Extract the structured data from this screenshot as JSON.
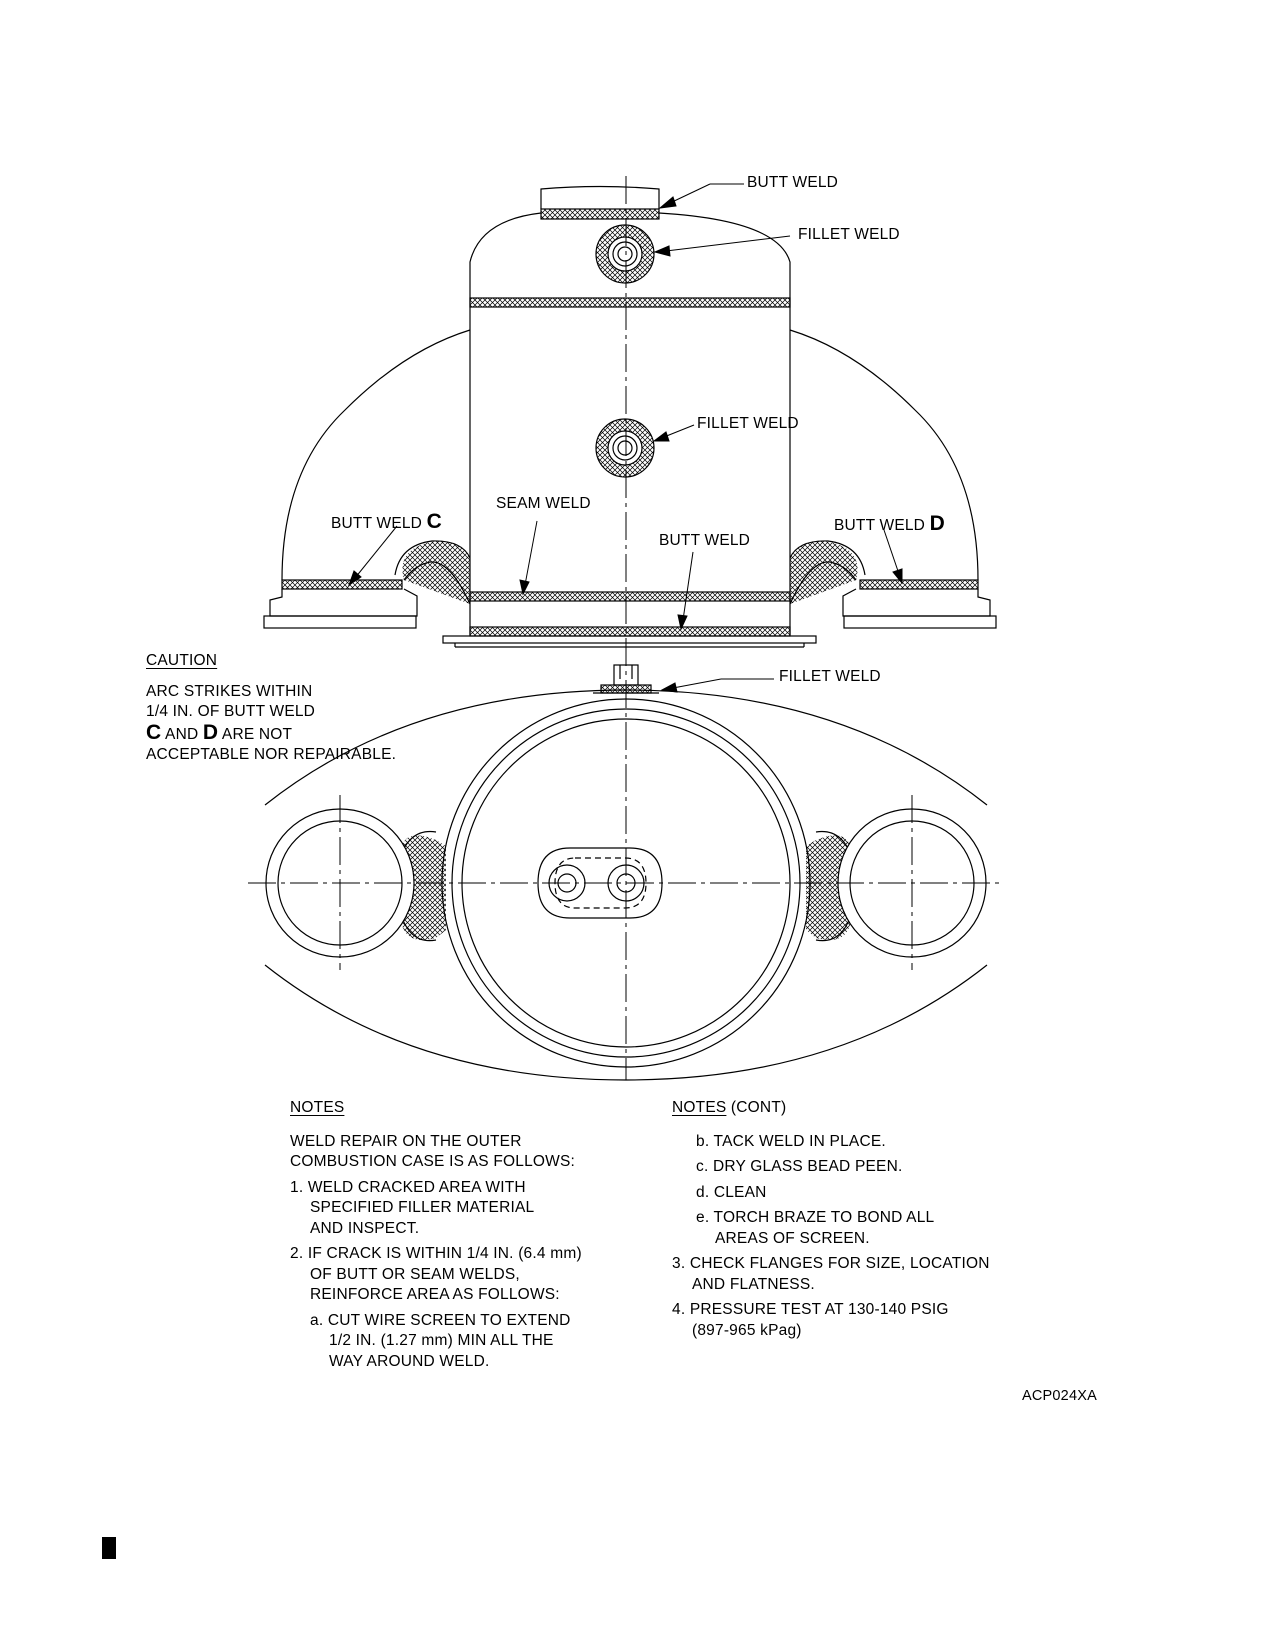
{
  "callouts": {
    "butt_weld_top": "BUTT WELD",
    "fillet_weld_top": "FILLET WELD",
    "fillet_weld_mid": "FILLET WELD",
    "butt_weld_c": "BUTT WELD",
    "butt_weld_c_letter": "C",
    "seam_weld": "SEAM WELD",
    "butt_weld_bottom": "BUTT WELD",
    "butt_weld_d": "BUTT WELD",
    "butt_weld_d_letter": "D",
    "fillet_weld_plan": "FILLET WELD"
  },
  "caution": {
    "heading": "CAUTION",
    "line1": "ARC STRIKES WITHIN",
    "line2": "1/4 IN. OF BUTT WELD",
    "letter_c": "C",
    "and": "AND",
    "letter_d": "D",
    "line3_tail": "ARE NOT",
    "line4": "ACCEPTABLE NOR REPAIRABLE."
  },
  "notes": {
    "heading": "NOTES",
    "intro1": "WELD REPAIR ON THE OUTER",
    "intro2": "COMBUSTION CASE IS AS FOLLOWS:",
    "n1a": "1. WELD CRACKED AREA WITH",
    "n1b": "SPECIFIED FILLER MATERIAL",
    "n1c": "AND INSPECT.",
    "n2a": "2. IF CRACK IS WITHIN 1/4 IN. (6.4 mm)",
    "n2b": "OF BUTT OR SEAM WELDS,",
    "n2c": "REINFORCE AREA AS FOLLOWS:",
    "n2a_a": "a. CUT WIRE SCREEN TO EXTEND",
    "n2a_b": "1/2 IN. (1.27 mm) MIN ALL THE",
    "n2a_c": "WAY AROUND WELD."
  },
  "notes_cont": {
    "heading": "NOTES",
    "heading_suffix": "(CONT)",
    "b": "b. TACK WELD IN PLACE.",
    "c": "c. DRY GLASS BEAD PEEN.",
    "d": "d. CLEAN",
    "e1": "e. TORCH BRAZE TO BOND ALL",
    "e2": "AREAS OF SCREEN.",
    "n3a": "3. CHECK FLANGES FOR SIZE, LOCATION",
    "n3b": "AND FLATNESS.",
    "n4a": "4. PRESSURE TEST AT 130-140 PSIG",
    "n4b": "(897-965 kPag)"
  },
  "figure_id": "ACP024XA"
}
